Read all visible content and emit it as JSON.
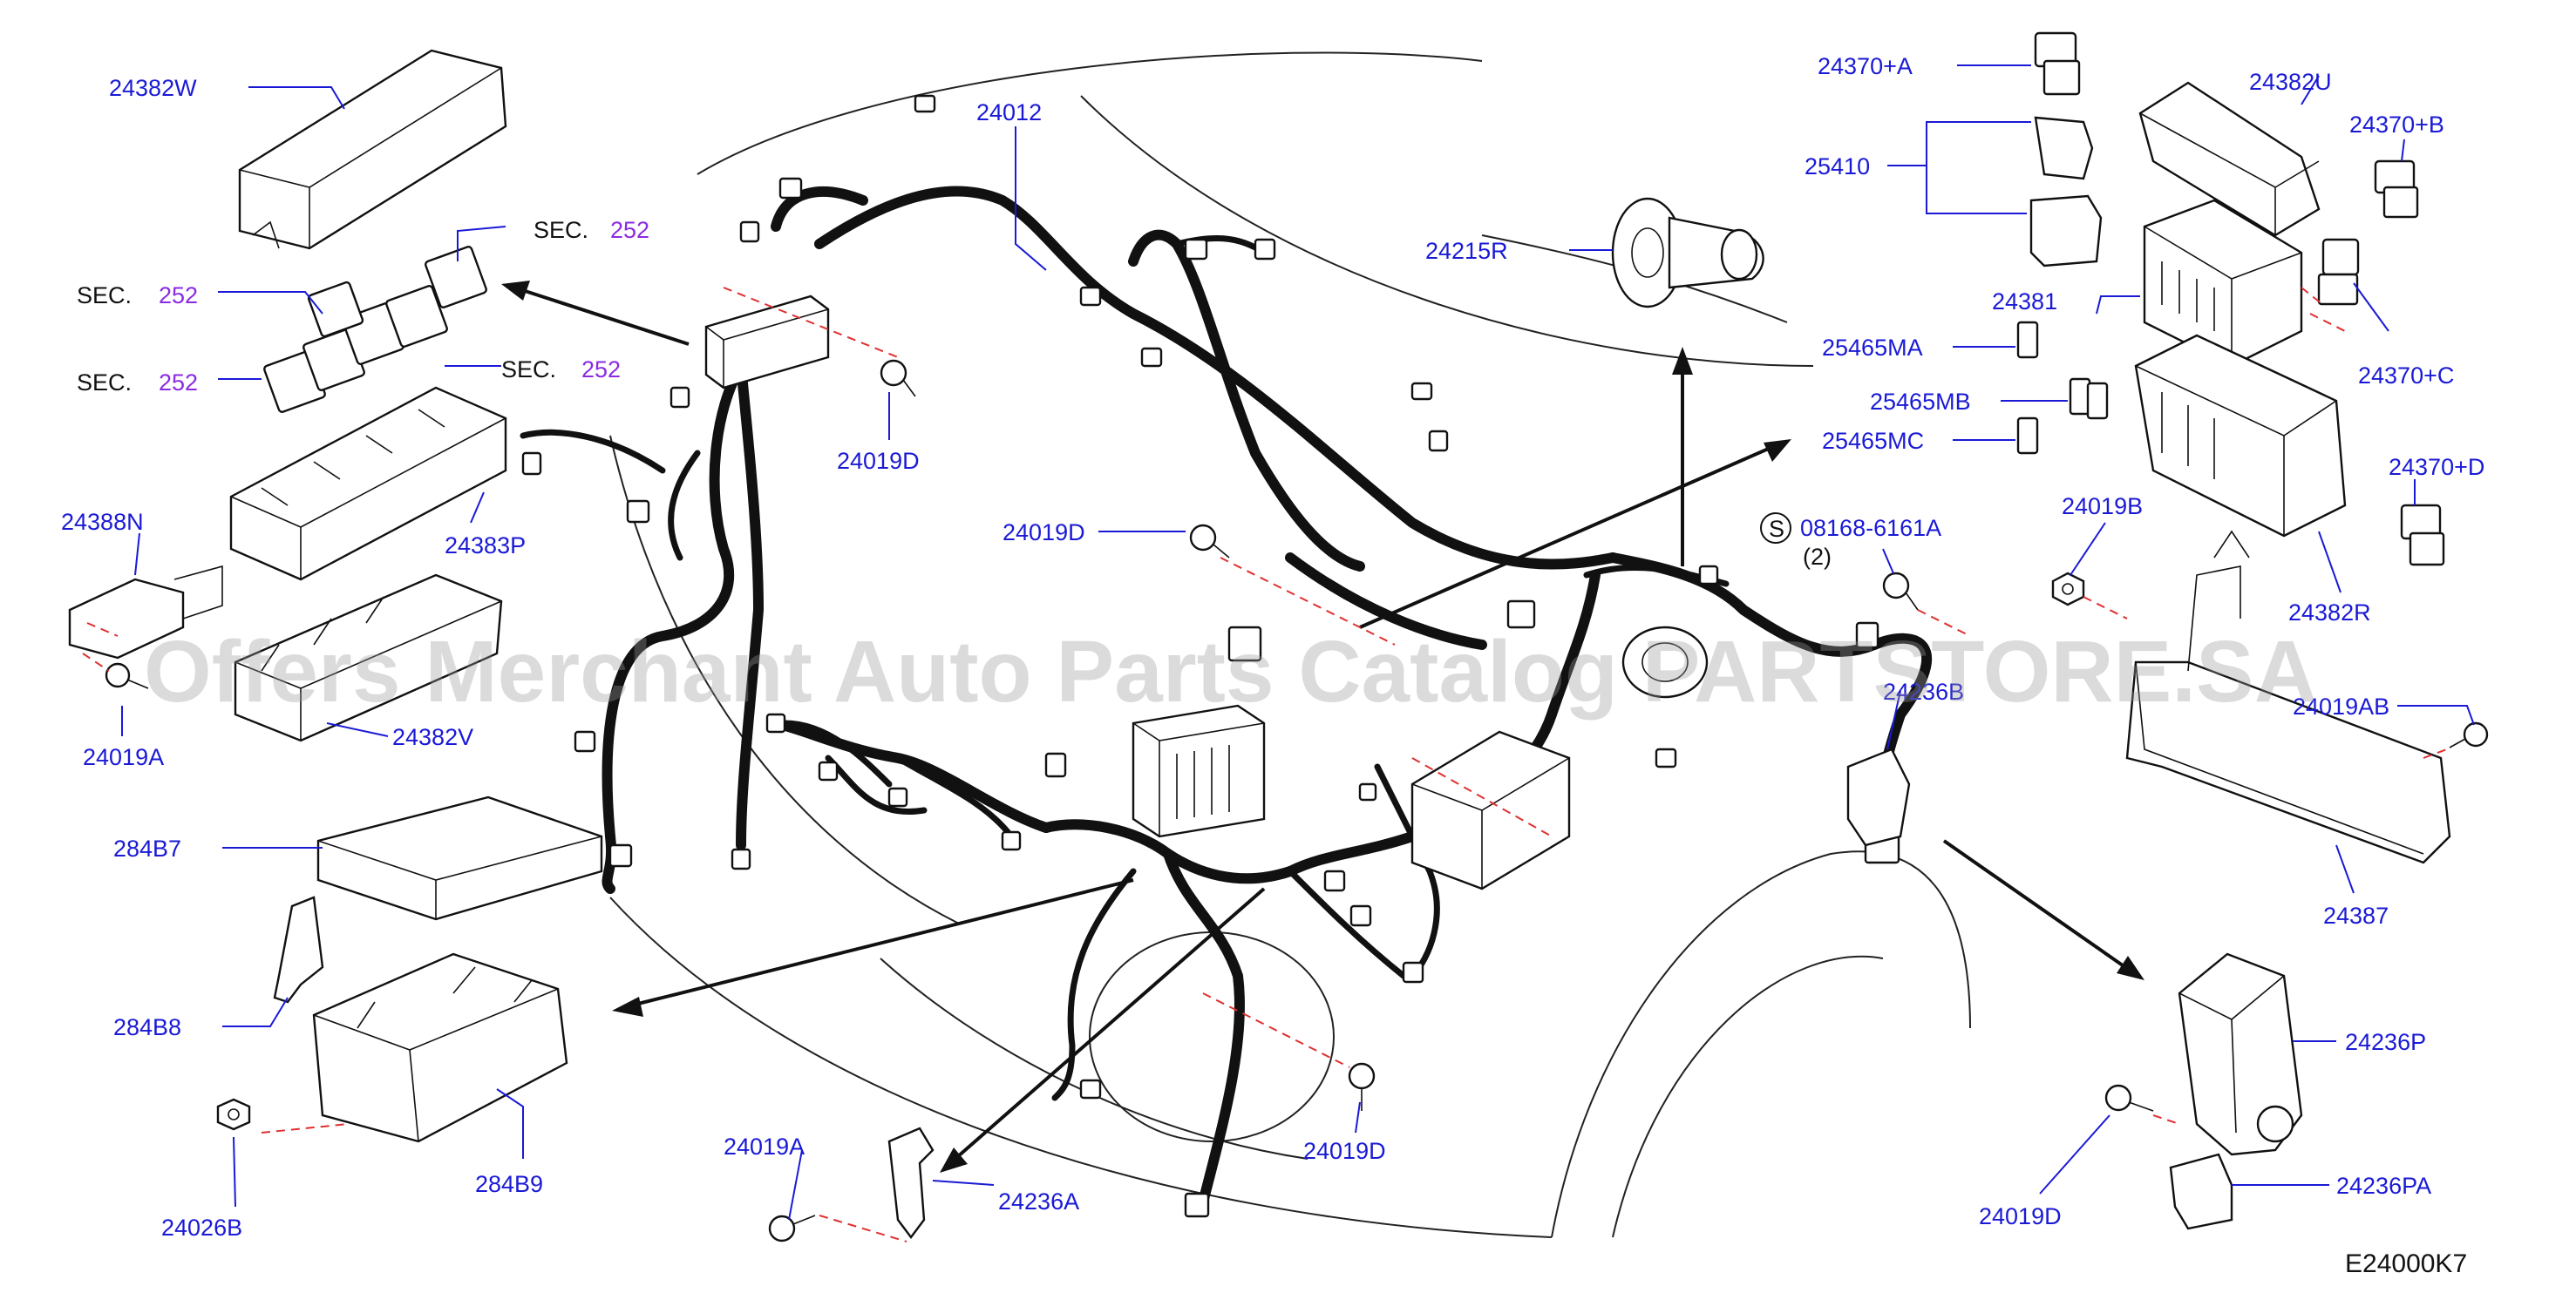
{
  "diagram_code": "E24000K7",
  "watermark": "Offers Merchant Auto Parts Catalog PARTSTORE.SA",
  "sec_prefix": "SEC.",
  "sec_refs": [
    {
      "id": "sec-upper",
      "number": "252"
    },
    {
      "id": "sec-left-top",
      "number": "252"
    },
    {
      "id": "sec-right-lower",
      "number": "252"
    },
    {
      "id": "sec-left-lower",
      "number": "252"
    }
  ],
  "screw_note": {
    "symbol": "S",
    "part": "08168-6161A",
    "qty": "(2)"
  },
  "parts": {
    "p24382W": "24382W",
    "p24383P": "24383P",
    "p24388N": "24388N",
    "p24019A_left": "24019A",
    "p24382V": "24382V",
    "p284B7": "284B7",
    "p284B8": "284B8",
    "p284B9": "284B9",
    "p24026B": "24026B",
    "p24012": "24012",
    "p24019D_top": "24019D",
    "p24019D_mid": "24019D",
    "p24019D_bottom": "24019D",
    "p24019A_bottom": "24019A",
    "p24236A": "24236A",
    "p24215R": "24215R",
    "p24370A": "24370+A",
    "p25410": "25410",
    "p24382U": "24382U",
    "p24370B": "24370+B",
    "p24381": "24381",
    "p25465MA": "25465MA",
    "p25465MB": "25465MB",
    "p25465MC": "25465MC",
    "p24370C": "24370+C",
    "p24370D": "24370+D",
    "p24019B": "24019B",
    "p24382R": "24382R",
    "p24236B": "24236B",
    "p24019AB": "24019AB",
    "p24387": "24387",
    "p24236P": "24236P",
    "p24236PA": "24236PA",
    "p24019D_right": "24019D"
  }
}
